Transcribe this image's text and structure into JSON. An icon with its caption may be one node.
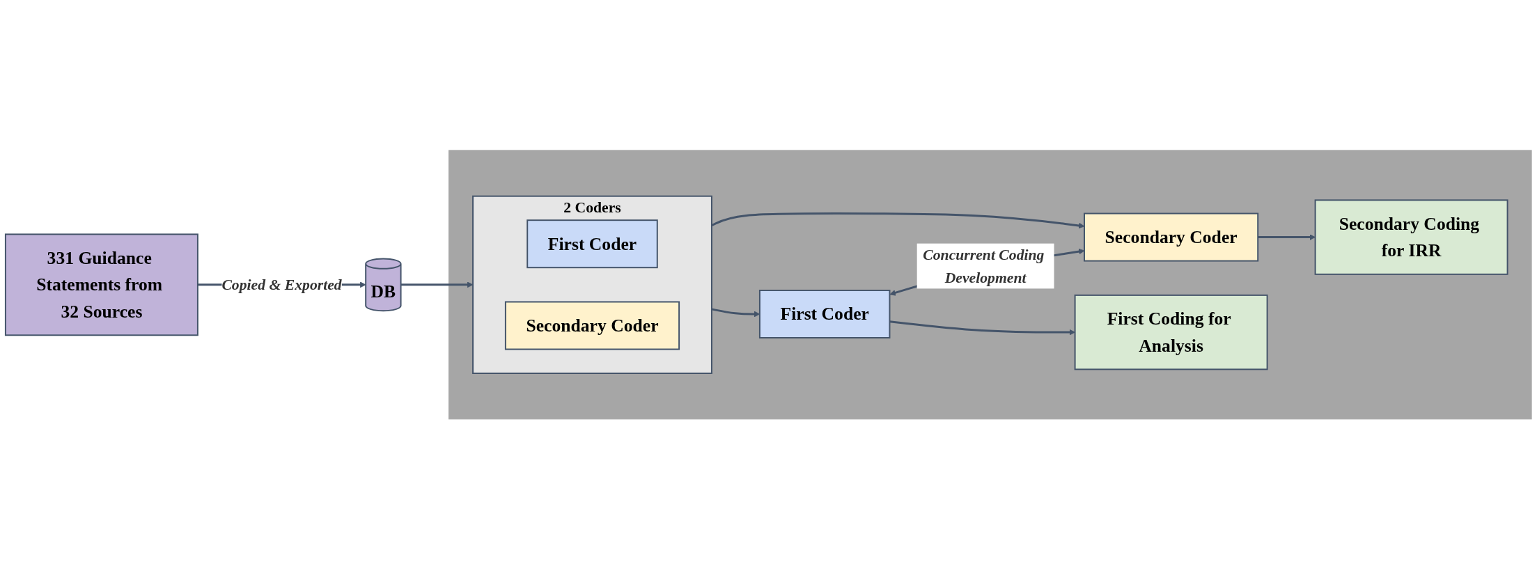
{
  "diagram": {
    "nodes": [
      {
        "text": [
          "331 Guidance Statements from 32 Sources"
        ]
      },
      {
        "text": [
          "DB"
        ]
      },
      {
        "text": [],
        "shape": "box"
      },
      {
        "text": [
          "2 Coders"
        ],
        "in": 2
      },
      {
        "text": [
          "First Coder"
        ],
        "in": 3
      },
      {
        "text": [
          "Secondary Coder"
        ],
        "in": 3
      },
      {
        "text": [
          "First Coder"
        ],
        "in": 2
      },
      {
        "text": [
          "Secondary Coder"
        ],
        "in": 2
      },
      {
        "text": [
          "First Coding for Analysis"
        ],
        "in": 2
      },
      {
        "text": [
          "Secondary Coding for IRR"
        ],
        "in": 2
      }
    ],
    "edges": [
      {
        "from": 0,
        "to": 1,
        "arrow": "to",
        "label": "Copied & Exported"
      },
      {
        "from": 1,
        "to": 3,
        "arrow": "to"
      },
      {
        "from": 3,
        "to": 6,
        "arrow": "to"
      },
      {
        "from": 3,
        "to": 7,
        "arrow": "to"
      },
      {
        "from": 6,
        "to": 7,
        "arrow": "both",
        "label": "Concurrent Coding Development"
      },
      {
        "from": 6,
        "to": 8,
        "arrow": "to"
      },
      {
        "from": 7,
        "to": 9,
        "arrow": "to"
      }
    ]
  }
}
